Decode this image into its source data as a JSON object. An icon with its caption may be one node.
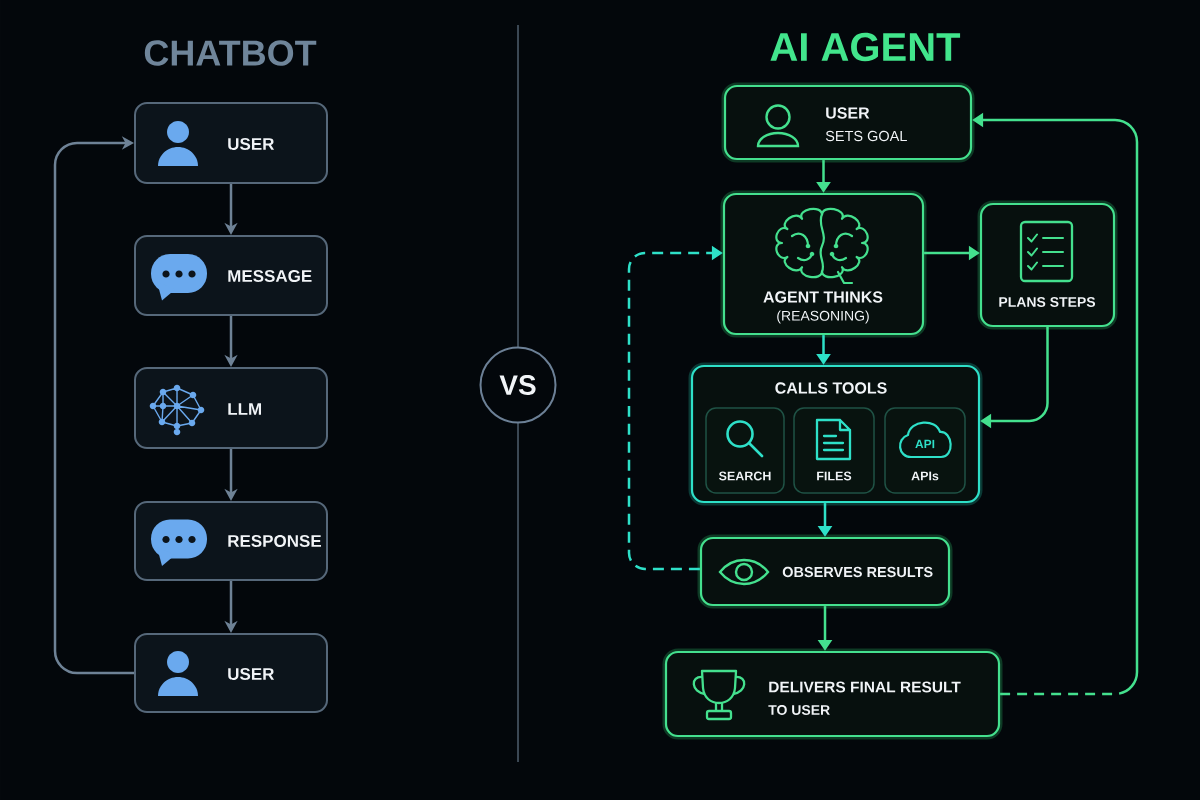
{
  "diagram": {
    "nodes": [
      {
        "text": [
          "USER"
        ]
      },
      {
        "text": [
          "MESSAGE"
        ]
      },
      {
        "text": [
          "LLM"
        ]
      },
      {
        "text": [
          "RESPONSE"
        ]
      },
      {
        "text": [
          "USER"
        ]
      },
      {
        "text": [
          "VS"
        ]
      },
      {
        "text": [
          "USER",
          "SETS GOAL"
        ]
      },
      {
        "text": [
          "AGENT THINKS",
          "(REASONING)"
        ]
      },
      {
        "text": [
          "PLANS STEPS"
        ]
      },
      {
        "text": [
          "CALLS TOOLS"
        ]
      },
      {
        "text": [
          "SEARCH"
        ],
        "in": 9
      },
      {
        "text": [
          "FILES"
        ],
        "in": 9
      },
      {
        "text": [
          "API",
          "APIs"
        ],
        "in": 9
      },
      {
        "text": [
          "OBSERVES RESULTS"
        ]
      },
      {
        "text": [
          "DELIVERS FINAL RESULT",
          "TO USER"
        ]
      }
    ],
    "edges": [
      {
        "from": 0,
        "to": 1,
        "arrow": "to"
      },
      {
        "from": 1,
        "to": 2,
        "arrow": "to"
      },
      {
        "from": 2,
        "to": 3,
        "arrow": "to"
      },
      {
        "from": 3,
        "to": 4,
        "arrow": "to"
      },
      {
        "from": 4,
        "to": 0,
        "arrow": "to"
      },
      {
        "from": 6,
        "to": 7,
        "arrow": "to",
        "color": "#44e08e"
      },
      {
        "from": 7,
        "to": 8,
        "arrow": "to",
        "color": "#44e08e"
      },
      {
        "from": 7,
        "to": 9,
        "arrow": "to",
        "color": "#2ee0c8"
      },
      {
        "from": 8,
        "to": 9,
        "arrow": "to",
        "color": "#44e08e"
      },
      {
        "from": 9,
        "to": 13,
        "arrow": "to",
        "color": "#2ee0c8"
      },
      {
        "from": 13,
        "to": 14,
        "arrow": "to",
        "color": "#44e08e"
      },
      {
        "from": 13,
        "to": 7,
        "arrow": "to",
        "style": "dashed",
        "color": "#2ee0c8"
      },
      {
        "from": 14,
        "to": 6,
        "arrow": "to",
        "style": "dashed",
        "color": "#44e08e"
      }
    ],
    "labels": [
      "CHATBOT",
      "AI AGENT"
    ]
  }
}
